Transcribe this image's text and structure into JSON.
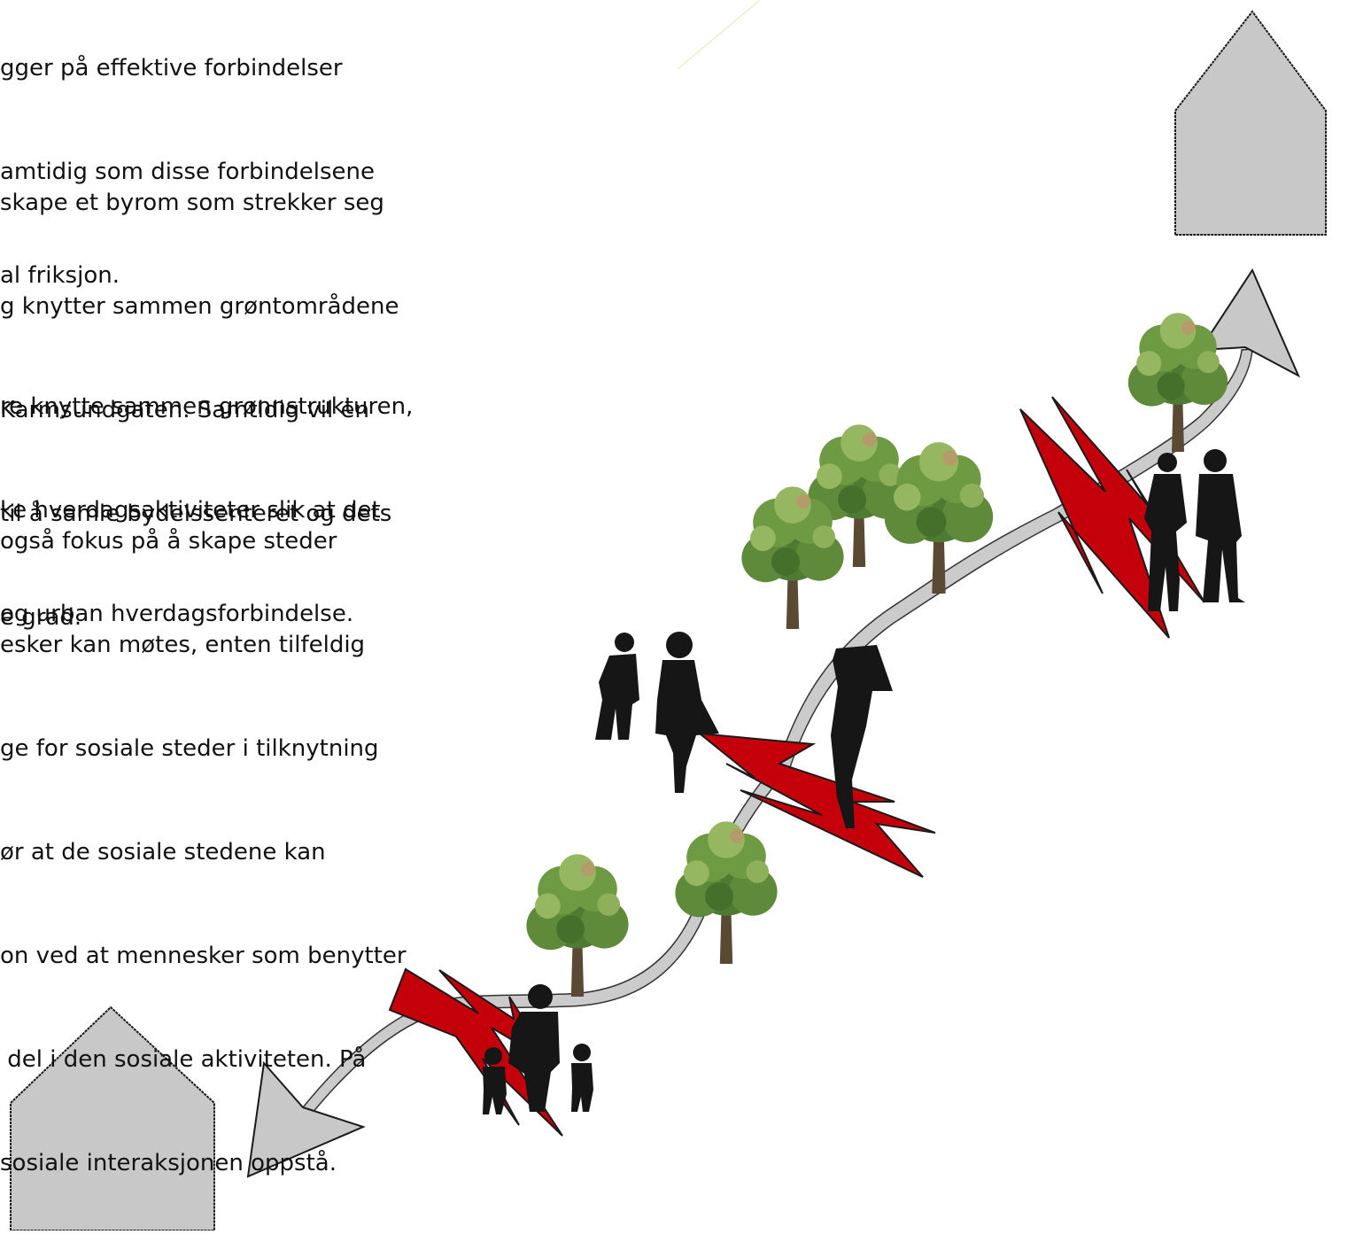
{
  "paragraphs": [
    {
      "lines": [
        "gger på effektive forbindelser",
        "amtidig som disse forbindelsene",
        "al friksjon."
      ]
    },
    {
      "lines": [
        "skape et byrom som strekker seg",
        "g knytter sammen grøntområdene",
        "Karmsundgaten. Samtidig vil en",
        "til å samle bydelssenteret og dets",
        "e grad."
      ]
    },
    {
      "lines": [
        "re knytte sammen grønnstrukturen,",
        "ke hverdagsaktiviteter slik at det",
        "og urban hverdagsforbindelse."
      ]
    },
    {
      "lines": [
        "også fokus på å skape steder",
        "esker kan møtes, enten tilfeldig",
        "ge for sosiale steder i tilknytning",
        "ør at de sosiale stedene kan",
        "on ved at mennesker som benytter",
        " del i den sosiale aktiviteten. På",
        "sosiale interaksjonen oppstå."
      ]
    }
  ],
  "colors": {
    "house_fill": "#c8c8c8",
    "path_fill": "#cbcbcb",
    "friction_red": "#c4000b",
    "silhouette": "#161616",
    "tree_dark": "#4f7a32",
    "tree_mid": "#6f9a44",
    "tree_light": "#96b761",
    "trunk": "#5b4a33"
  },
  "icons": [
    "house-icon",
    "tree-icon",
    "person-silhouette-icon",
    "friction-zigzag-icon",
    "arrowhead-icon"
  ]
}
